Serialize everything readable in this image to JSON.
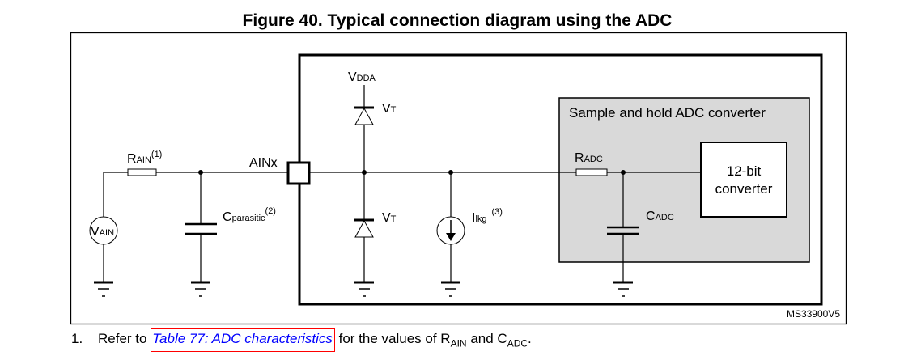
{
  "figure_title": "Figure 40. Typical connection diagram using the ADC",
  "figure_id": "MS33900V5",
  "labels": {
    "r_ain": "R",
    "r_ain_sub": "AIN",
    "r_ain_note": "(1)",
    "v_ain": "V",
    "v_ain_sub": "AIN",
    "c_parasitic": "C",
    "c_parasitic_sub": "parasitic",
    "c_parasitic_note": "(2)",
    "ainx": "AINx",
    "vdda": "V",
    "vdda_sub": "DDA",
    "vt": "V",
    "vt_sub": "T",
    "ilkg": "I",
    "ilkg_sub": "lkg",
    "ilkg_note": "(3)",
    "sample_hold": "Sample and hold ADC converter",
    "r_adc": "R",
    "r_adc_sub": "ADC",
    "c_adc": "C",
    "c_adc_sub": "ADC",
    "converter_line1": "12-bit",
    "converter_line2": "converter"
  },
  "notes": [
    {
      "number": "1.",
      "prefix": "Refer to",
      "link": "Table 77: ADC characteristics",
      "suffix": "for the values of R",
      "sub1": "AIN",
      "and": " and C",
      "sub2": "ADC",
      "end": "."
    }
  ]
}
